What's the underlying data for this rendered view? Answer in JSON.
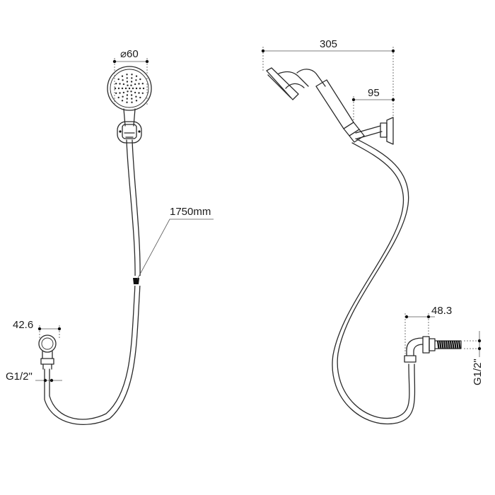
{
  "diagram": {
    "dimensions": {
      "head_diameter": "⌀60",
      "hose_length": "1750mm",
      "elbow_width": "42.6",
      "thread_left": "G1/2\"",
      "overall_length": "305",
      "bracket_offset": "95",
      "outlet_length": "48.3",
      "thread_right": "G1/2\""
    },
    "colors": {
      "line": "#2a2a2a",
      "dimension": "#555555",
      "text": "#1a1a1a"
    }
  }
}
